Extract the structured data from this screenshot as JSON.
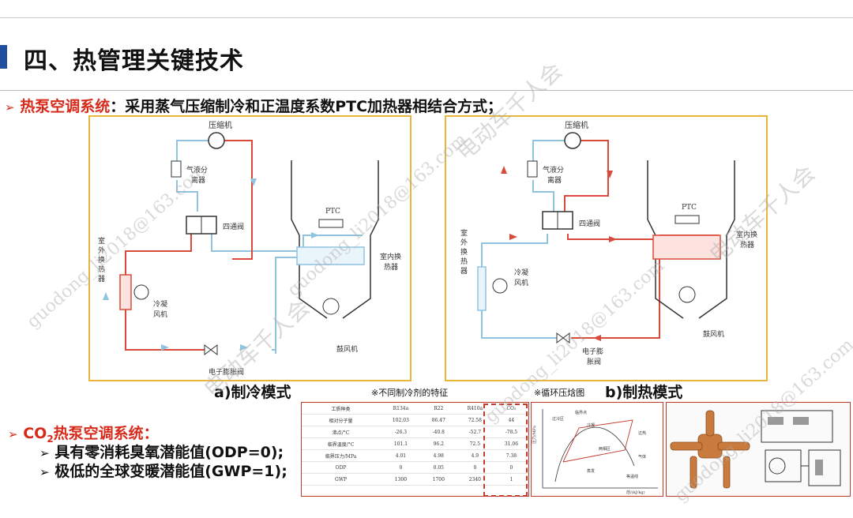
{
  "title": "四、热管理关键技术",
  "bullet_glyph": "➢",
  "heat_pump": {
    "label": "热泵空调系统",
    "text": "：采用蒸气压缩制冷和正温度系数PTC加热器相结合方式；"
  },
  "diagram_cooling": {
    "caption": "a)制冷模式",
    "compressor": "压缩机",
    "separator": "气液分\n离器",
    "four_way_valve": "四通阀",
    "outdoor_hx": "室外换热器",
    "ptc": "PTC",
    "indoor_hx": "室内换热器",
    "condenser_fan": "冷凝风机",
    "blower": "鼓风机",
    "expansion_valve": "电子膨胀阀"
  },
  "diagram_heating": {
    "caption": "b)制热模式",
    "compressor": "压缩机",
    "separator": "气液分\n离器",
    "four_way_valve": "四通阀",
    "outdoor_hx": "室外换热器",
    "ptc": "PTC",
    "indoor_hx": "室内换热器",
    "condenser_fan": "冷凝风机",
    "blower": "鼓风机",
    "expansion_valve": "电子膨胀阀"
  },
  "co2": {
    "label": "CO",
    "sub": "2",
    "rest": "热泵空调系统：",
    "items": [
      "具有零消耗臭氧潜能值(ODP=0);",
      "极低的全球变暖潜能值(GWP=1);"
    ]
  },
  "refrigerant_table": {
    "caption": "※不同制冷剂的特征",
    "headers": [
      "工质种类",
      "R134a",
      "R22",
      "R410a",
      "CO₂"
    ],
    "rows": [
      [
        "相对分子量",
        "102.03",
        "86.47",
        "72.58",
        "44"
      ],
      [
        "沸点/°C",
        "-26.3",
        "-40.8",
        "-52.7",
        "-78.5"
      ],
      [
        "临界温度/°C",
        "101.1",
        "96.2",
        "72.5",
        "31.06"
      ],
      [
        "临界压力/MPa",
        "4.01",
        "4.98",
        "4.9",
        "7.38"
      ],
      [
        "ODP",
        "0",
        "0.05",
        "0",
        "0"
      ],
      [
        "GWP",
        "1300",
        "1700",
        "2340",
        "1"
      ]
    ]
  },
  "ph_chart": {
    "caption": "※循环压焓图",
    "ylabel": "压力/MPa",
    "xlabel": "焓/(kJ/kg)",
    "labels": [
      "过冷区",
      "冷凝",
      "蒸发",
      "两相区",
      "过热",
      "气体",
      "临界点",
      "等温线"
    ]
  },
  "watermarks": [
    "guodong_li2018@163.com",
    "电动车千人会"
  ],
  "colors": {
    "accent_red": "#d62a1a",
    "title_bar": "#1f4e9e",
    "panel_border": "#e8b63a",
    "cold_pipe": "#8fc3e0",
    "hot_pipe": "#d94a3a"
  }
}
